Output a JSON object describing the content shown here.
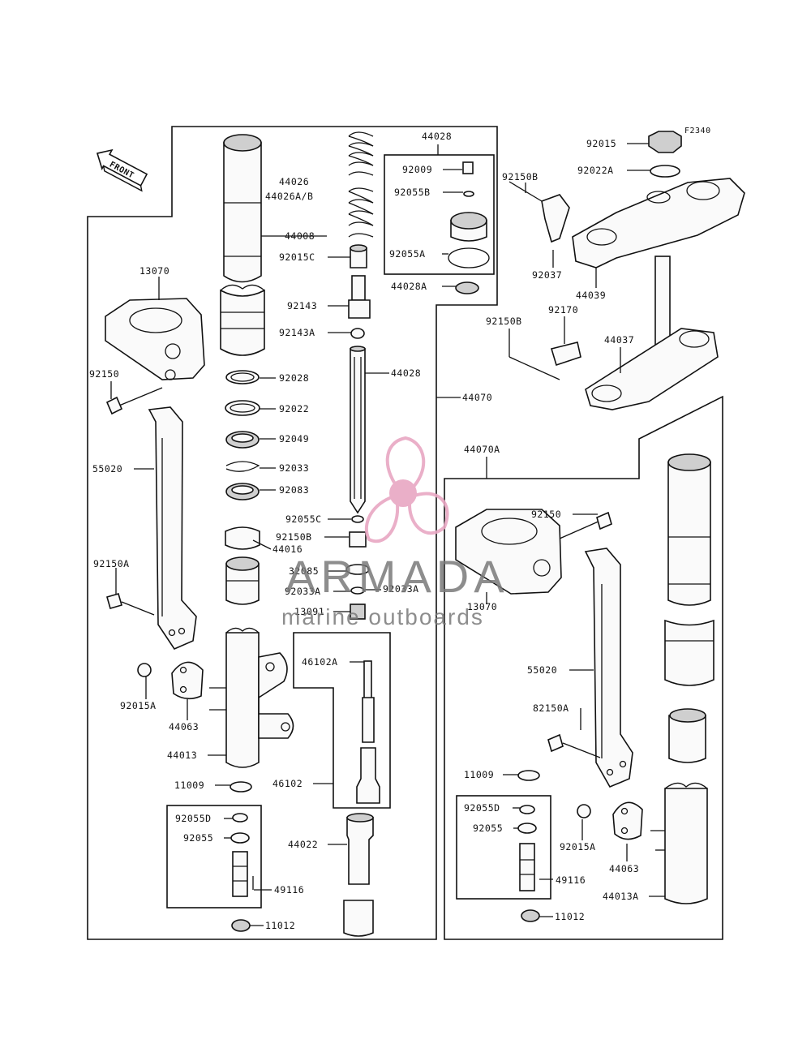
{
  "figure_code": "F2340",
  "front_label": "FRONT",
  "watermark": {
    "brand": "ARMADA",
    "tagline": "marine outboards",
    "accent_color": "#e8a7c3",
    "text_color": "#7a7a7a"
  },
  "callouts": {
    "c44026": "44026",
    "c44026ab": "44026A/B",
    "c44008": "44008",
    "c92015c": "92015C",
    "c92143": "92143",
    "c92143a": "92143A",
    "c44028_box": "44028",
    "c92009": "92009",
    "c92055b": "92055B",
    "c92055a": "92055A",
    "c44028a": "44028A",
    "c44028": "44028",
    "c44070": "44070",
    "c13070_l": "13070",
    "c92150_l": "92150",
    "c92028": "92028",
    "c92022": "92022",
    "c92049": "92049",
    "c92033": "92033",
    "c92083": "92083",
    "c55020_l": "55020",
    "c92055c": "92055C",
    "c92150b_mid": "92150B",
    "c44016": "44016",
    "c32085": "32085",
    "c92033a_l": "92033A",
    "c92033a_r": "92033A",
    "c13091": "13091",
    "c92150a_l": "92150A",
    "c46102a": "46102A",
    "c92015a_l": "92015A",
    "c44063_l": "44063",
    "c44013": "44013",
    "c46102": "46102",
    "c11009_l": "11009",
    "c92055d_l": "92055D",
    "c92055_l": "92055",
    "c44022": "44022",
    "c49116_l": "49116",
    "c11012_l": "11012",
    "c92015": "92015",
    "c92022a": "92022A",
    "c92150b_t1": "92150B",
    "c92037": "92037",
    "c44039": "44039",
    "c92150b_t2": "92150B",
    "c92170": "92170",
    "c44037": "44037",
    "c44070a": "44070A",
    "c92150_r": "92150",
    "c13070_r": "13070",
    "c55020_r": "55020",
    "c82150a": "82150A",
    "c11009_r": "11009",
    "c92055d_r": "92055D",
    "c92055_r": "92055",
    "c92015a_r": "92015A",
    "c44063_r": "44063",
    "c49116_r": "49116",
    "c44013a": "44013A",
    "c11012_r": "11012"
  }
}
